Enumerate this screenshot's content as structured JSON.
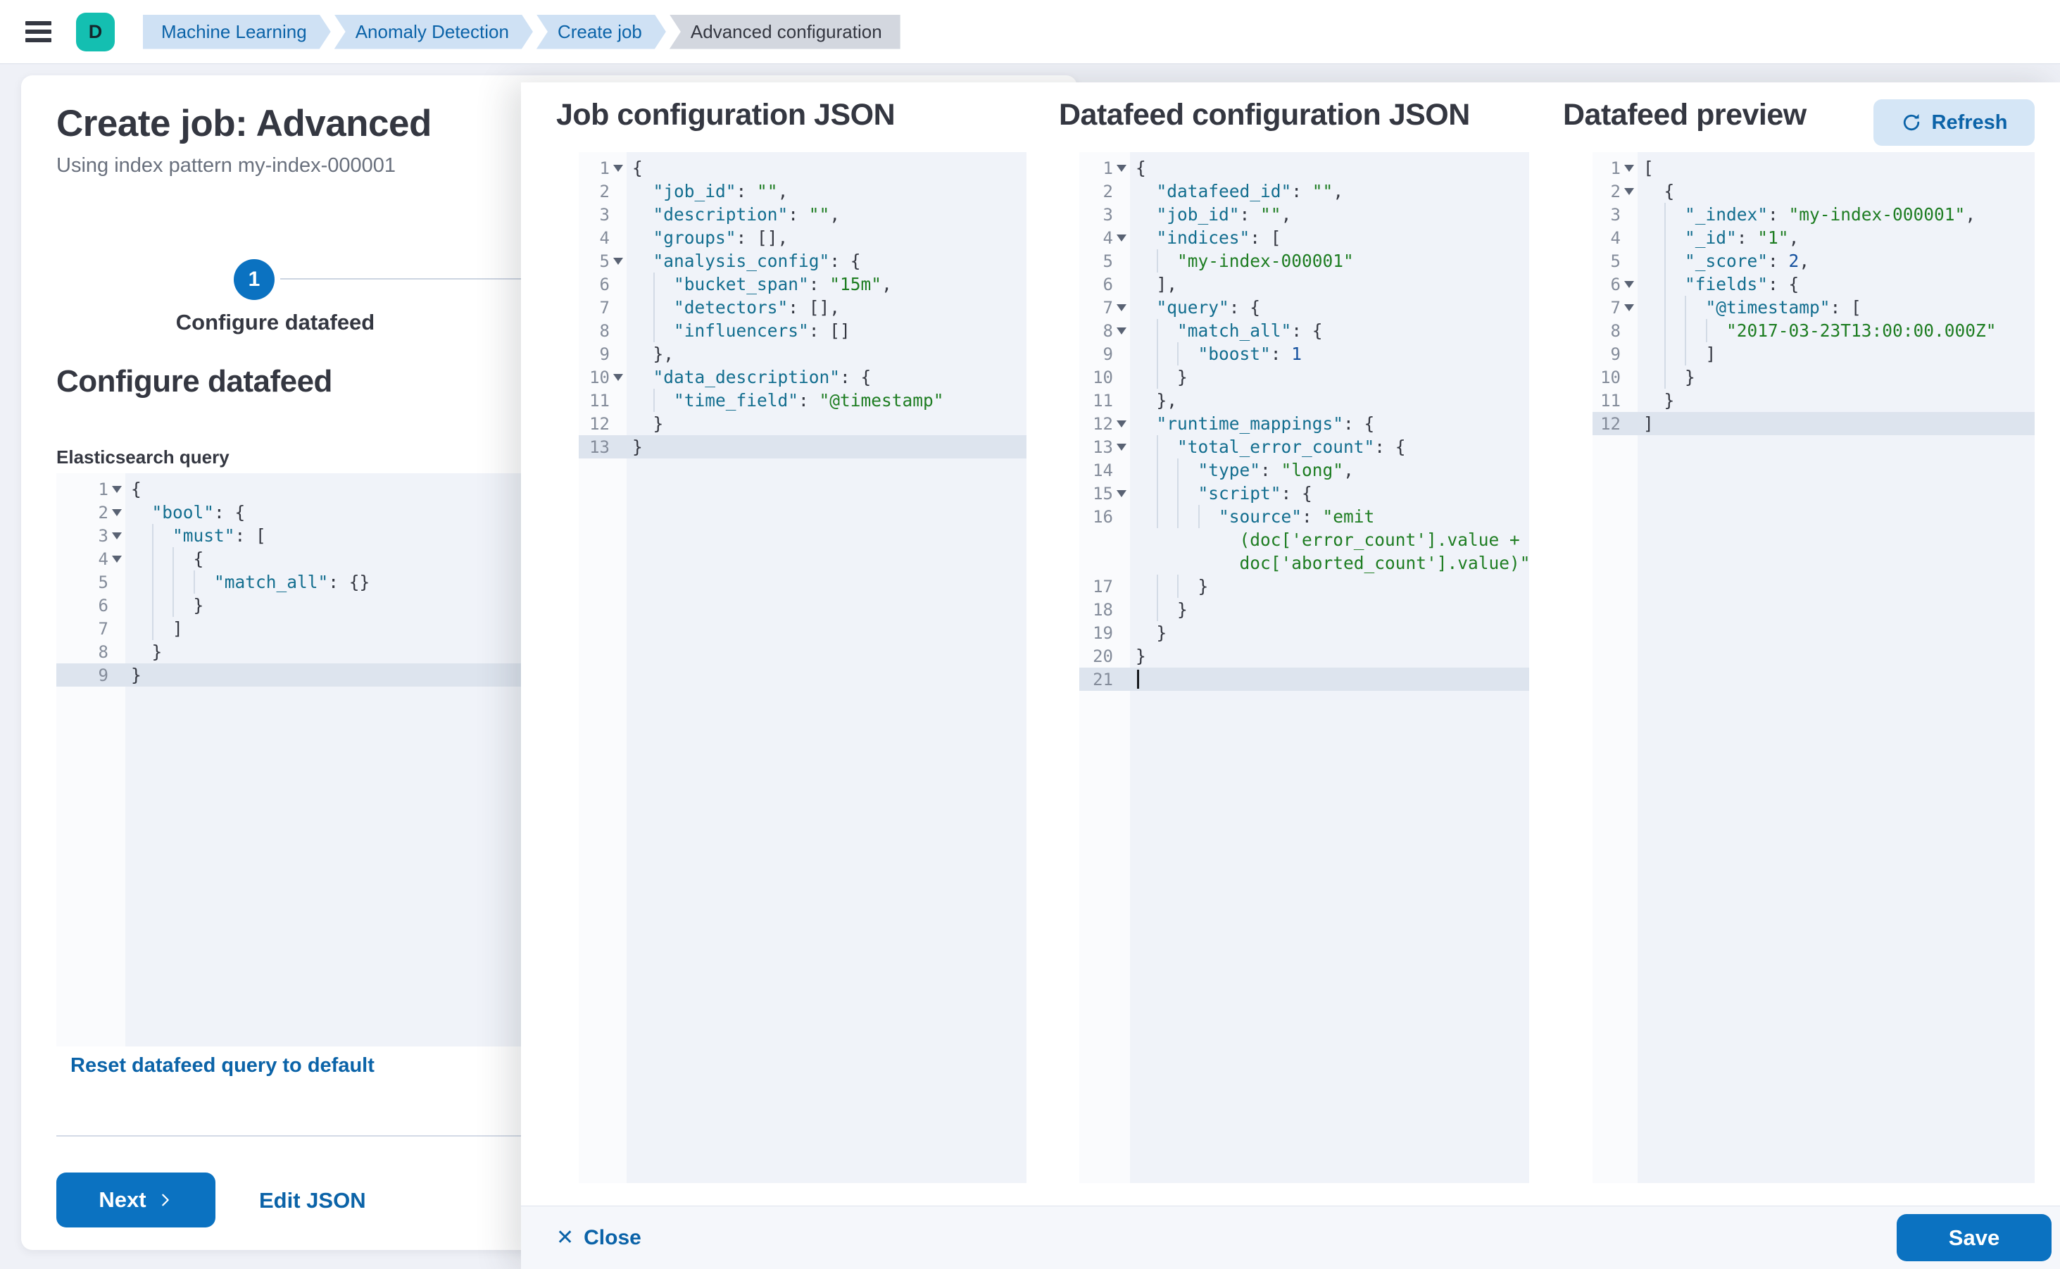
{
  "topbar": {
    "avatar": {
      "initial": "D",
      "color": "#14bfb1"
    },
    "breadcrumbs": [
      {
        "label": "Machine Learning",
        "current": false
      },
      {
        "label": "Anomaly Detection",
        "current": false
      },
      {
        "label": "Create job",
        "current": false
      },
      {
        "label": "Advanced configuration",
        "current": true
      }
    ]
  },
  "page": {
    "title": "Create job: Advanced",
    "subtitle": "Using index pattern my-index-000001",
    "step": {
      "number": "1",
      "label": "Configure datafeed"
    },
    "section_heading": "Configure datafeed",
    "query_label": "Elasticsearch query",
    "reset_link": "Reset datafeed query to default",
    "next_button": "Next",
    "edit_json_link": "Edit JSON"
  },
  "flyout": {
    "job_title": "Job configuration JSON",
    "datafeed_title": "Datafeed configuration JSON",
    "preview_title": "Datafeed preview",
    "refresh_button": "Refresh",
    "close_button": "Close",
    "save_button": "Save"
  },
  "colors": {
    "primary_button": "#0b72c1",
    "link_blue": "#0b63a8",
    "breadcrumb_bg": "#cfe1f4",
    "breadcrumb_current_bg": "#d3d7df",
    "editor_bg": "#f0f3f9",
    "active_line_bg": "#dde4ee",
    "code_key": "#136e8f",
    "code_string": "#1e7d22",
    "code_number": "#14509e"
  },
  "editors": {
    "es_query": {
      "lines": [
        {
          "n": "1",
          "fold": true,
          "seg": [
            [
              "t",
              "{"
            ]
          ]
        },
        {
          "n": "2",
          "fold": true,
          "seg": [
            [
              "t",
              "  "
            ],
            [
              "k",
              "\"bool\""
            ],
            [
              "t",
              ": {"
            ]
          ]
        },
        {
          "n": "3",
          "fold": true,
          "seg": [
            [
              "t",
              "  "
            ],
            [
              "g",
              ""
            ],
            [
              "k",
              "\"must\""
            ],
            [
              "t",
              ": ["
            ]
          ]
        },
        {
          "n": "4",
          "fold": true,
          "seg": [
            [
              "t",
              "  "
            ],
            [
              "g",
              ""
            ],
            [
              "g",
              ""
            ],
            [
              "t",
              "{"
            ]
          ]
        },
        {
          "n": "5",
          "seg": [
            [
              "t",
              "  "
            ],
            [
              "g",
              ""
            ],
            [
              "g",
              ""
            ],
            [
              "g",
              ""
            ],
            [
              "k",
              "\"match_all\""
            ],
            [
              "t",
              ": {}"
            ]
          ]
        },
        {
          "n": "6",
          "seg": [
            [
              "t",
              "  "
            ],
            [
              "g",
              ""
            ],
            [
              "g",
              ""
            ],
            [
              "t",
              "}"
            ]
          ]
        },
        {
          "n": "7",
          "seg": [
            [
              "t",
              "  "
            ],
            [
              "g",
              ""
            ],
            [
              "t",
              "]"
            ]
          ]
        },
        {
          "n": "8",
          "seg": [
            [
              "t",
              "  "
            ],
            [
              "t",
              "}"
            ]
          ]
        },
        {
          "n": "9",
          "hl": true,
          "seg": [
            [
              "t",
              "}"
            ]
          ]
        }
      ]
    },
    "job_config": {
      "lines": [
        {
          "n": "1",
          "fold": true,
          "seg": [
            [
              "t",
              "{"
            ]
          ]
        },
        {
          "n": "2",
          "seg": [
            [
              "t",
              "  "
            ],
            [
              "k",
              "\"job_id\""
            ],
            [
              "t",
              ": "
            ],
            [
              "s",
              "\"\""
            ],
            [
              "t",
              ","
            ]
          ]
        },
        {
          "n": "3",
          "seg": [
            [
              "t",
              "  "
            ],
            [
              "k",
              "\"description\""
            ],
            [
              "t",
              ": "
            ],
            [
              "s",
              "\"\""
            ],
            [
              "t",
              ","
            ]
          ]
        },
        {
          "n": "4",
          "seg": [
            [
              "t",
              "  "
            ],
            [
              "k",
              "\"groups\""
            ],
            [
              "t",
              ": [],"
            ]
          ]
        },
        {
          "n": "5",
          "fold": true,
          "seg": [
            [
              "t",
              "  "
            ],
            [
              "k",
              "\"analysis_config\""
            ],
            [
              "t",
              ": {"
            ]
          ]
        },
        {
          "n": "6",
          "seg": [
            [
              "t",
              "  "
            ],
            [
              "g",
              ""
            ],
            [
              "k",
              "\"bucket_span\""
            ],
            [
              "t",
              ": "
            ],
            [
              "s",
              "\"15m\""
            ],
            [
              "t",
              ","
            ]
          ]
        },
        {
          "n": "7",
          "seg": [
            [
              "t",
              "  "
            ],
            [
              "g",
              ""
            ],
            [
              "k",
              "\"detectors\""
            ],
            [
              "t",
              ": [],"
            ]
          ]
        },
        {
          "n": "8",
          "seg": [
            [
              "t",
              "  "
            ],
            [
              "g",
              ""
            ],
            [
              "k",
              "\"influencers\""
            ],
            [
              "t",
              ": []"
            ]
          ]
        },
        {
          "n": "9",
          "seg": [
            [
              "t",
              "  "
            ],
            [
              "t",
              "},"
            ]
          ]
        },
        {
          "n": "10",
          "fold": true,
          "seg": [
            [
              "t",
              "  "
            ],
            [
              "k",
              "\"data_description\""
            ],
            [
              "t",
              ": {"
            ]
          ]
        },
        {
          "n": "11",
          "seg": [
            [
              "t",
              "  "
            ],
            [
              "g",
              ""
            ],
            [
              "k",
              "\"time_field\""
            ],
            [
              "t",
              ": "
            ],
            [
              "s",
              "\"@timestamp\""
            ]
          ]
        },
        {
          "n": "12",
          "seg": [
            [
              "t",
              "  "
            ],
            [
              "t",
              "}"
            ]
          ]
        },
        {
          "n": "13",
          "hl": true,
          "seg": [
            [
              "t",
              "}"
            ]
          ]
        }
      ]
    },
    "datafeed_config": {
      "lines": [
        {
          "n": "1",
          "fold": true,
          "seg": [
            [
              "t",
              "{"
            ]
          ]
        },
        {
          "n": "2",
          "seg": [
            [
              "t",
              "  "
            ],
            [
              "k",
              "\"datafeed_id\""
            ],
            [
              "t",
              ": "
            ],
            [
              "s",
              "\"\""
            ],
            [
              "t",
              ","
            ]
          ]
        },
        {
          "n": "3",
          "seg": [
            [
              "t",
              "  "
            ],
            [
              "k",
              "\"job_id\""
            ],
            [
              "t",
              ": "
            ],
            [
              "s",
              "\"\""
            ],
            [
              "t",
              ","
            ]
          ]
        },
        {
          "n": "4",
          "fold": true,
          "seg": [
            [
              "t",
              "  "
            ],
            [
              "k",
              "\"indices\""
            ],
            [
              "t",
              ": ["
            ]
          ]
        },
        {
          "n": "5",
          "seg": [
            [
              "t",
              "  "
            ],
            [
              "g",
              ""
            ],
            [
              "s",
              "\"my-index-000001\""
            ]
          ]
        },
        {
          "n": "6",
          "seg": [
            [
              "t",
              "  "
            ],
            [
              "t",
              "],"
            ]
          ]
        },
        {
          "n": "7",
          "fold": true,
          "seg": [
            [
              "t",
              "  "
            ],
            [
              "k",
              "\"query\""
            ],
            [
              "t",
              ": {"
            ]
          ]
        },
        {
          "n": "8",
          "fold": true,
          "seg": [
            [
              "t",
              "  "
            ],
            [
              "g",
              ""
            ],
            [
              "k",
              "\"match_all\""
            ],
            [
              "t",
              ": {"
            ]
          ]
        },
        {
          "n": "9",
          "seg": [
            [
              "t",
              "  "
            ],
            [
              "g",
              ""
            ],
            [
              "g",
              ""
            ],
            [
              "k",
              "\"boost\""
            ],
            [
              "t",
              ": "
            ],
            [
              "n",
              "1"
            ]
          ]
        },
        {
          "n": "10",
          "seg": [
            [
              "t",
              "  "
            ],
            [
              "g",
              ""
            ],
            [
              "t",
              "}"
            ]
          ]
        },
        {
          "n": "11",
          "seg": [
            [
              "t",
              "  "
            ],
            [
              "t",
              "},"
            ]
          ]
        },
        {
          "n": "12",
          "fold": true,
          "seg": [
            [
              "t",
              "  "
            ],
            [
              "k",
              "\"runtime_mappings\""
            ],
            [
              "t",
              ": {"
            ]
          ]
        },
        {
          "n": "13",
          "fold": true,
          "seg": [
            [
              "t",
              "  "
            ],
            [
              "g",
              ""
            ],
            [
              "k",
              "\"total_error_count\""
            ],
            [
              "t",
              ": {"
            ]
          ]
        },
        {
          "n": "14",
          "seg": [
            [
              "t",
              "  "
            ],
            [
              "g",
              ""
            ],
            [
              "g",
              ""
            ],
            [
              "k",
              "\"type\""
            ],
            [
              "t",
              ": "
            ],
            [
              "s",
              "\"long\""
            ],
            [
              "t",
              ","
            ]
          ]
        },
        {
          "n": "15",
          "fold": true,
          "seg": [
            [
              "t",
              "  "
            ],
            [
              "g",
              ""
            ],
            [
              "g",
              ""
            ],
            [
              "k",
              "\"script\""
            ],
            [
              "t",
              ": {"
            ]
          ]
        },
        {
          "n": "16",
          "seg": [
            [
              "t",
              "  "
            ],
            [
              "g",
              ""
            ],
            [
              "g",
              ""
            ],
            [
              "g",
              ""
            ],
            [
              "k",
              "\"source\""
            ],
            [
              "t",
              ": "
            ],
            [
              "s",
              "\"emit"
            ]
          ]
        },
        {
          "n": "",
          "seg": [
            [
              "t",
              "          "
            ],
            [
              "s",
              "(doc['error_count'].value +"
            ]
          ]
        },
        {
          "n": "",
          "seg": [
            [
              "t",
              "          "
            ],
            [
              "s",
              "doc['aborted_count'].value)\""
            ]
          ]
        },
        {
          "n": "17",
          "seg": [
            [
              "t",
              "  "
            ],
            [
              "g",
              ""
            ],
            [
              "g",
              ""
            ],
            [
              "t",
              "}"
            ]
          ]
        },
        {
          "n": "18",
          "seg": [
            [
              "t",
              "  "
            ],
            [
              "g",
              ""
            ],
            [
              "t",
              "}"
            ]
          ]
        },
        {
          "n": "19",
          "seg": [
            [
              "t",
              "  "
            ],
            [
              "t",
              "}"
            ]
          ]
        },
        {
          "n": "20",
          "seg": [
            [
              "t",
              "}"
            ]
          ]
        },
        {
          "n": "21",
          "hl": true,
          "seg": [
            [
              "c",
              ""
            ]
          ]
        }
      ]
    },
    "datafeed_preview": {
      "lines": [
        {
          "n": "1",
          "fold": true,
          "seg": [
            [
              "t",
              "["
            ]
          ]
        },
        {
          "n": "2",
          "fold": true,
          "seg": [
            [
              "t",
              "  "
            ],
            [
              "t",
              "{"
            ]
          ]
        },
        {
          "n": "3",
          "seg": [
            [
              "t",
              "  "
            ],
            [
              "g",
              ""
            ],
            [
              "k",
              "\"_index\""
            ],
            [
              "t",
              ": "
            ],
            [
              "s",
              "\"my-index-000001\""
            ],
            [
              "t",
              ","
            ]
          ]
        },
        {
          "n": "4",
          "seg": [
            [
              "t",
              "  "
            ],
            [
              "g",
              ""
            ],
            [
              "k",
              "\"_id\""
            ],
            [
              "t",
              ": "
            ],
            [
              "s",
              "\"1\""
            ],
            [
              "t",
              ","
            ]
          ]
        },
        {
          "n": "5",
          "seg": [
            [
              "t",
              "  "
            ],
            [
              "g",
              ""
            ],
            [
              "k",
              "\"_score\""
            ],
            [
              "t",
              ": "
            ],
            [
              "n",
              "2"
            ],
            [
              "t",
              ","
            ]
          ]
        },
        {
          "n": "6",
          "fold": true,
          "seg": [
            [
              "t",
              "  "
            ],
            [
              "g",
              ""
            ],
            [
              "k",
              "\"fields\""
            ],
            [
              "t",
              ": {"
            ]
          ]
        },
        {
          "n": "7",
          "fold": true,
          "seg": [
            [
              "t",
              "  "
            ],
            [
              "g",
              ""
            ],
            [
              "g",
              ""
            ],
            [
              "k",
              "\"@timestamp\""
            ],
            [
              "t",
              ": ["
            ]
          ]
        },
        {
          "n": "8",
          "seg": [
            [
              "t",
              "  "
            ],
            [
              "g",
              ""
            ],
            [
              "g",
              ""
            ],
            [
              "g",
              ""
            ],
            [
              "s",
              "\"2017-03-23T13:00:00.000Z\""
            ]
          ]
        },
        {
          "n": "9",
          "seg": [
            [
              "t",
              "  "
            ],
            [
              "g",
              ""
            ],
            [
              "g",
              ""
            ],
            [
              "t",
              "]"
            ]
          ]
        },
        {
          "n": "10",
          "seg": [
            [
              "t",
              "  "
            ],
            [
              "g",
              ""
            ],
            [
              "t",
              "}"
            ]
          ]
        },
        {
          "n": "11",
          "seg": [
            [
              "t",
              "  "
            ],
            [
              "t",
              "}"
            ]
          ]
        },
        {
          "n": "12",
          "hl": true,
          "seg": [
            [
              "t",
              "]"
            ]
          ]
        }
      ]
    }
  }
}
